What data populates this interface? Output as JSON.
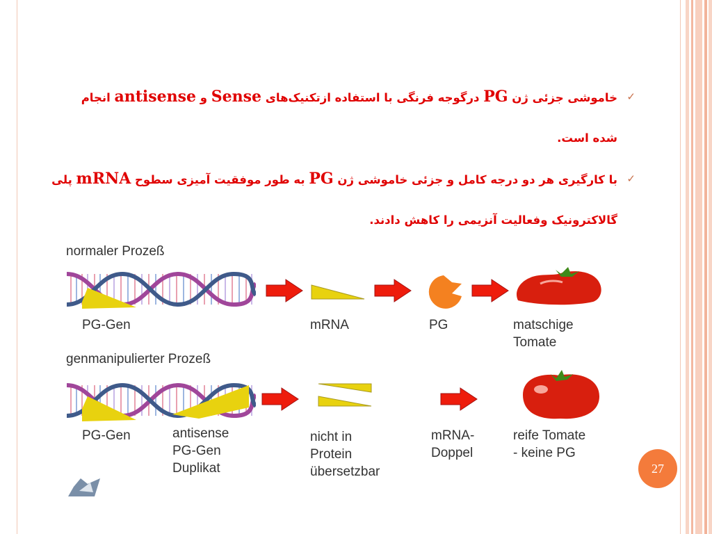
{
  "colors": {
    "bullet_text": "#e00000",
    "accent": "#f47b3b",
    "arrow": "#ee1c0c",
    "gene": "#e8d20f",
    "tomato": "#d81f0e",
    "pg": "#f48120"
  },
  "slide": {
    "bullets": [
      {
        "parts": [
          "خاموشی جزئی ژن ",
          "PG",
          " درگوجه فرنگی با استفاده ازتکنیک‌های ",
          "Sense",
          " و ",
          "antisense",
          " انجام"
        ],
        "line2": "شده است."
      },
      {
        "parts": [
          "با کارگیری هر دو درجه کامل و جزئی خاموشی ژن ",
          "PG",
          " به طور موفقیت آمیزی سطوح ",
          "mRNA",
          " پلی"
        ],
        "line2": "گالاکترونیک وفعالیت آنزیمی را کاهش دادند."
      }
    ],
    "page_number": "27"
  },
  "figure": {
    "row1_title": "normaler Prozeß",
    "row1_labels": {
      "gene": "PG-Gen",
      "mrna": "mRNA",
      "pg": "PG",
      "result": "matschige\nTomate"
    },
    "row2_title": "genmanipulierter Prozeß",
    "row2_labels": {
      "gene": "PG-Gen",
      "antisense": "antisense\nPG-Gen\nDuplikat",
      "mrna": "nicht in\nProtein\nübersetzbar",
      "double": "mRNA-\nDoppel",
      "result": "reife Tomate\n- keine PG"
    }
  }
}
